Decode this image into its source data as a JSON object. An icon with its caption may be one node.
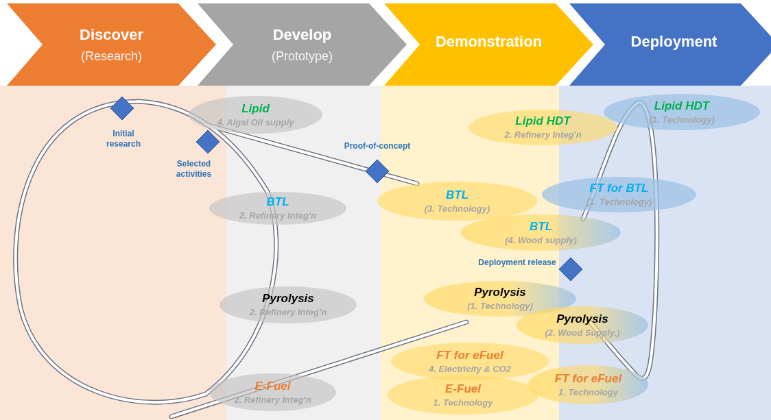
{
  "diagram": {
    "nodes": [
      {
        "text": [
          "Discover",
          "(Research)"
        ]
      },
      {
        "text": [
          "Develop",
          "(Prototype)"
        ]
      },
      {
        "text": [
          "Demonstration"
        ]
      },
      {
        "text": [
          "Deployment"
        ]
      },
      {
        "text": [],
        "shape": "diamond",
        "beside": [
          "Initial research"
        ]
      },
      {
        "text": [],
        "shape": "diamond",
        "beside": [
          "Selected activities"
        ]
      },
      {
        "text": [],
        "shape": "diamond",
        "beside": [
          "Proof-of-concept"
        ]
      },
      {
        "text": [],
        "shape": "diamond",
        "beside": [
          "Deployment release"
        ]
      },
      {
        "text": [
          "Lipid",
          "4. Algal Oil supply"
        ]
      },
      {
        "text": [
          "Lipid HDT",
          "(1. Technology)"
        ]
      },
      {
        "text": [
          "Lipid HDT",
          "2. Refinery Integ'n"
        ]
      },
      {
        "text": [
          "BTL",
          "2. Refinery Integ'n"
        ]
      },
      {
        "text": [
          "BTL",
          "(3. Technology)"
        ]
      },
      {
        "text": [
          "FT for BTL",
          "(1. Technology)"
        ]
      },
      {
        "text": [
          "BTL",
          "(4. Wood supply)"
        ]
      },
      {
        "text": [
          "Pyrolysis",
          "2. Refinery Integ'n"
        ]
      },
      {
        "text": [
          "Pyrolysis",
          "(1. Technology)"
        ]
      },
      {
        "text": [
          "Pyrolysis",
          "(2. Wood Supply.)"
        ]
      },
      {
        "text": [
          "FT for eFuel",
          "4. Electricity & CO2"
        ]
      },
      {
        "text": [
          "FT for eFuel",
          "1. Technology"
        ]
      },
      {
        "text": [
          "E-Fuel",
          "2. Refinery Integ'n"
        ]
      },
      {
        "text": [
          "E-Fuel",
          "1. Technology"
        ]
      }
    ]
  }
}
